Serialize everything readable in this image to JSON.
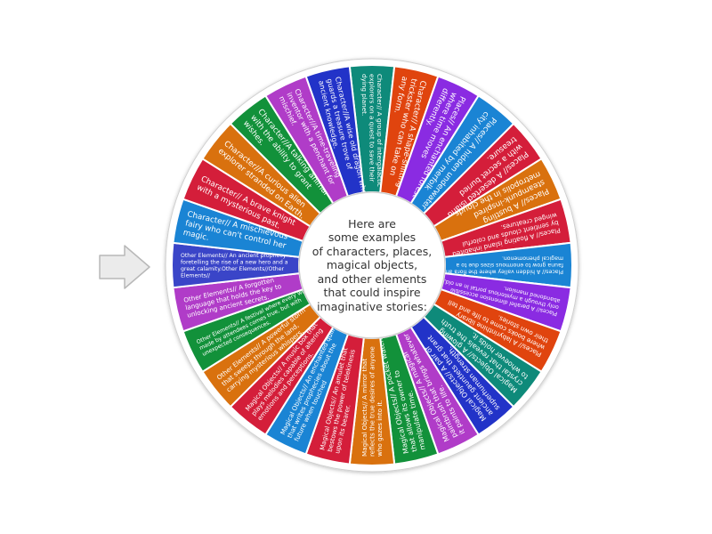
{
  "wheel": {
    "center_text": "Here are\nsome examples\nof characters, places,\nmagical objects,\nand other elements\nthat could inspire\nimaginative stories:",
    "pointer_icon": "arrow-right-icon",
    "segments": [
      {
        "label": "Character// A group of intergalactic explorers on a quest to save their dying planet.",
        "color": "#0e8a7a"
      },
      {
        "label": "Character// A shape-shifting trickster who can take on any form.",
        "color": "#e0440e"
      },
      {
        "label": "Places// An enchanted forest where time moves differently.",
        "color": "#8a2be2"
      },
      {
        "label": "Places// A hidden underwater city inhabited by merfolk",
        "color": "#1a84d4"
      },
      {
        "label": "Places// A deserted island with a secret buried treasure.",
        "color": "#d41e3a"
      },
      {
        "label": "Places// A bustling steampunk-inspired metropolis in the clouds.",
        "color": "#d9710e"
      },
      {
        "label": "Places// A floating island inhabited by sentient clouds and colorful winged creatures.",
        "color": "#d41e3a"
      },
      {
        "label": "Places// A hidden valley where the flora and fauna grow to enormous sizes due to a magical phenomenon.",
        "color": "#1a84d4"
      },
      {
        "label": "Places// A parallel dimension accessible only through a mysterious portal in an old, abandoned mansion.",
        "color": "#8a2be2"
      },
      {
        "label": "Places// A labyrinthine library where books come to life and tell their own stories.",
        "color": "#e0440e"
      },
      {
        "label": "Magical Objects// A glowing crystal that reveals the truth to whoever holds it.",
        "color": "#0e8a7a"
      },
      {
        "label": "Magical Objects// A pair of ancient gauntlets that grant superhuman strength.",
        "color": "#2233c8"
      },
      {
        "label": "Magical Objects// A magical paintbrush that brings whatever it paints to life.",
        "color": "#b03cc8"
      },
      {
        "label": "Magical Objects// A pocket watch that allows its owner to manipulate time.",
        "color": "#12913a"
      },
      {
        "label": "Magical Objects// A mirror that reflects the true desires of anyone who gazes into it.",
        "color": "#d9710e"
      },
      {
        "label": "Magical Objects// An amulet that bestows the power of telekinesis upon its bearer.",
        "color": "#d41e3a"
      },
      {
        "label": "Magical Objects// An enchanted quill that writes prophecies about the future when touched",
        "color": "#1a84d4"
      },
      {
        "label": "Magical Objects// A music box that plays melodies capable of altering emotions and perceptions.",
        "color": "#d41e3a"
      },
      {
        "label": "Other Elements// A powerful storm that sweeps through the land, carrying mysterious whispers.",
        "color": "#d9710e"
      },
      {
        "label": "Other Elements// A festival where every wish made by attendees comes true, but with unexpected consequences.",
        "color": "#12913a"
      },
      {
        "label": "Other Elements// A forgotten language that holds the key to unlocking ancient secrets.",
        "color": "#b03cc8"
      },
      {
        "label": "Other Elements// An ancient prophecy foretelling the rise of a new hero and a great calamity.Other Elements//Other Elements//",
        "color": "#3a45c8"
      },
      {
        "label": "Character// A mischievous fairy who can't control her magic.",
        "color": "#1a84d4"
      },
      {
        "label": "Character// A brave knight with a mysterious past.",
        "color": "#d41e3a"
      },
      {
        "label": "Character//A curious alien explorer stranded on Earth.",
        "color": "#d9710e"
      },
      {
        "label": "Character//A talking animal with the ability to grant wishes.",
        "color": "#12913a"
      },
      {
        "label": "Character//A time-traveling inventor with a penchant for mischief.",
        "color": "#b03cc8"
      },
      {
        "label": "Character//A wise old dragon who guards a treasure trove of ancient knowledge.",
        "color": "#2233c8"
      }
    ]
  }
}
